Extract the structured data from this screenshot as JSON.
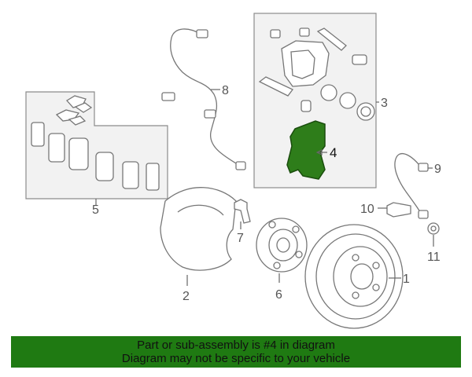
{
  "callouts": {
    "c1": "1",
    "c2": "2",
    "c3": "3",
    "c4": "4",
    "c5": "5",
    "c6": "6",
    "c7": "7",
    "c8": "8",
    "c9": "9",
    "c10": "10",
    "c11": "11"
  },
  "highlight": {
    "part_number": "4",
    "color": "#2e7d1a"
  },
  "banner": {
    "line1": "Part or sub-assembly is #4 in diagram",
    "line2": "Diagram may not be specific to your vehicle",
    "color": "#1f7a12"
  }
}
